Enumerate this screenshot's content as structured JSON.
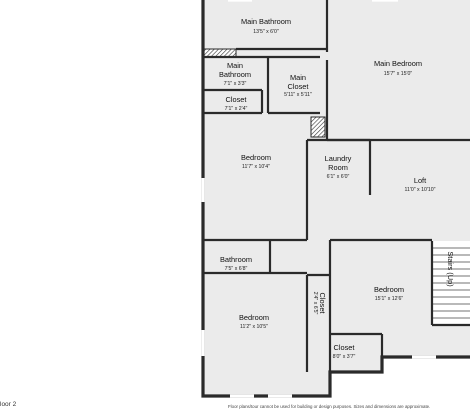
{
  "plan": {
    "floor_label": "loor 2",
    "disclaimer": "Floor plans/tour cannot be used for building or design purposes. Sizes and dimensions are approximate.",
    "rooms": {
      "main_bathroom": {
        "name": "Main Bathroom",
        "dims": "13'5\" x 6'0\""
      },
      "main_bedroom": {
        "name": "Main Bedroom",
        "dims": "15'7\" x 15'0\""
      },
      "main_bathroom_small_1": {
        "name": "Main",
        "dims": "7'1\" x 3'3\""
      },
      "main_bathroom_small_2": {
        "name": "Bathroom"
      },
      "main_closet_1": {
        "name": "Main"
      },
      "main_closet_2": {
        "name": "Closet",
        "dims": "5'11\" x 5'11\""
      },
      "closet_top": {
        "name": "Closet",
        "dims": "7'1\" x 2'4\""
      },
      "bedroom_left": {
        "name": "Bedroom",
        "dims": "11'7\" x 10'4\""
      },
      "laundry_1": {
        "name": "Laundry"
      },
      "laundry_2": {
        "name": "Room",
        "dims": "6'1\" x 6'0\""
      },
      "loft": {
        "name": "Loft",
        "dims": "11'0\" x 10'10\""
      },
      "bathroom": {
        "name": "Bathroom",
        "dims": "7'5\" x 6'8\""
      },
      "bedroom_right": {
        "name": "Bedroom",
        "dims": "15'1\" x 12'6\""
      },
      "closet_narrow": {
        "name": "Closet",
        "dims": "2'4\" x 6'5\""
      },
      "bedroom_bottom": {
        "name": "Bedroom",
        "dims": "11'2\" x 10'5\""
      },
      "closet_bottom": {
        "name": "Closet",
        "dims": "8'0\" x 3'7\""
      },
      "stairs": {
        "name": "Stairs (Up)"
      }
    }
  }
}
